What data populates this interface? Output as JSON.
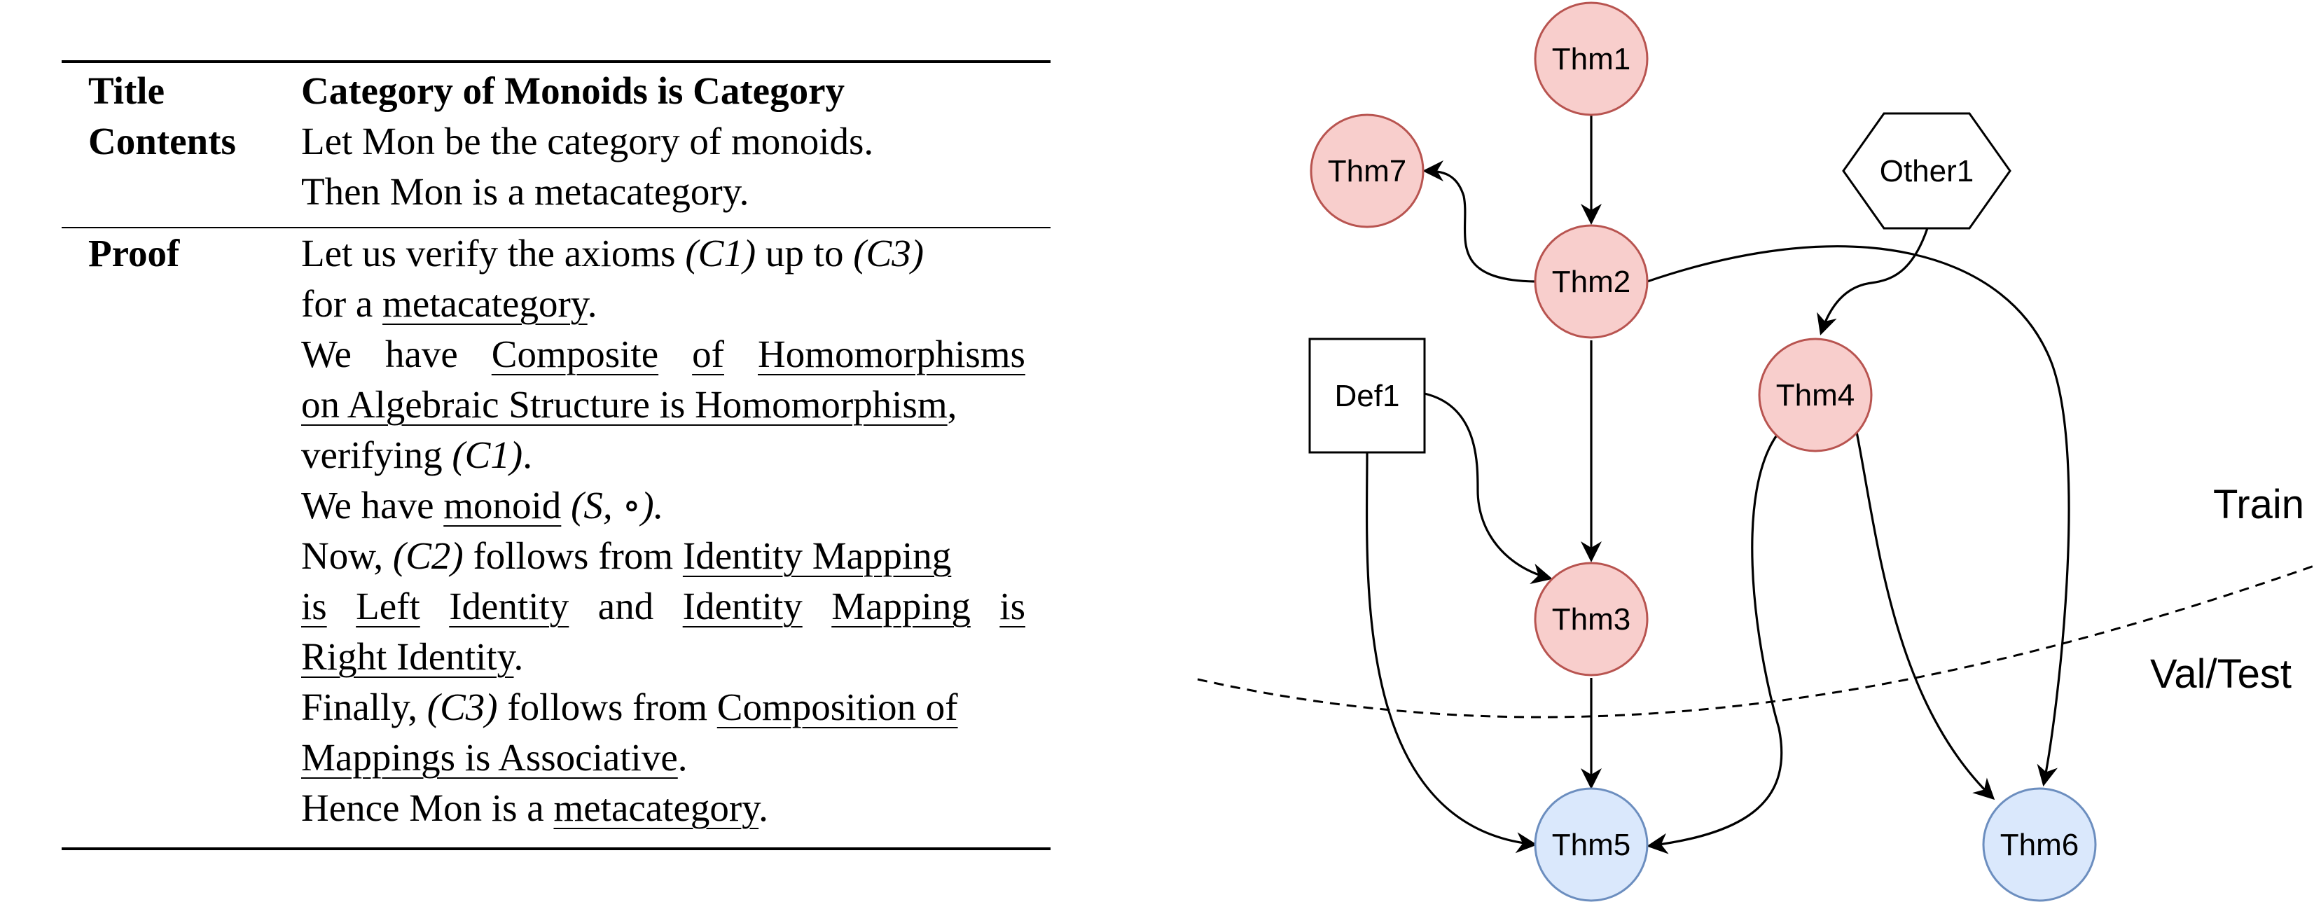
{
  "table": {
    "title_label": "Title",
    "contents_label": "Contents",
    "proof_label": "Proof",
    "title_text": "Category of Monoids is Category",
    "contents_lines": [
      "Let Mon be the category of monoids.",
      "Then Mon is a metacategory."
    ],
    "proof": {
      "l1a": "Let us verify the axioms ",
      "l1b": "(C1)",
      "l1c": " up to ",
      "l1d": "(C3)",
      "l2a": "for a ",
      "l2b": "metacategory",
      "l2c": ".",
      "l3a": "We",
      "l3b": "have",
      "l3c": "Composite",
      "l3d": "of",
      "l3e": "Homomorphisms",
      "l4a": "on Algebraic Structure is Homomorphism",
      "l4b": ",",
      "l5a": "verifying ",
      "l5b": "(C1)",
      "l5c": ".",
      "l6a": "We have ",
      "l6b": "monoid",
      "l6c": " (S, ∘).",
      "l7a": "Now, ",
      "l7b": "(C2)",
      "l7c": " follows from ",
      "l7d": "Identity Mapping",
      "l8a": "is",
      "l8b": "Left",
      "l8c": "Identity",
      "l8d": "and",
      "l8e": "Identity",
      "l8f": "Mapping",
      "l8g": "is",
      "l9a": "Right Identity",
      "l9b": ".",
      "l10a": "Finally, ",
      "l10b": "(C3)",
      "l10c": " follows from ",
      "l10d": "Composition of",
      "l11a": "Mappings is Associative",
      "l11b": ".",
      "l12a": "Hence Mon is a ",
      "l12b": "metacategory",
      "l12c": "."
    }
  },
  "diagram": {
    "nodes": {
      "thm1": "Thm1",
      "thm2": "Thm2",
      "thm3": "Thm3",
      "thm4": "Thm4",
      "thm5": "Thm5",
      "thm6": "Thm6",
      "thm7": "Thm7",
      "def1": "Def1",
      "other1": "Other1"
    },
    "regions": {
      "train": "Train",
      "valtest": "Val/Test"
    },
    "colors": {
      "train_fill": "#f8cecc",
      "train_stroke": "#b85450",
      "test_fill": "#dae8fc",
      "test_stroke": "#6c8ebf"
    }
  }
}
